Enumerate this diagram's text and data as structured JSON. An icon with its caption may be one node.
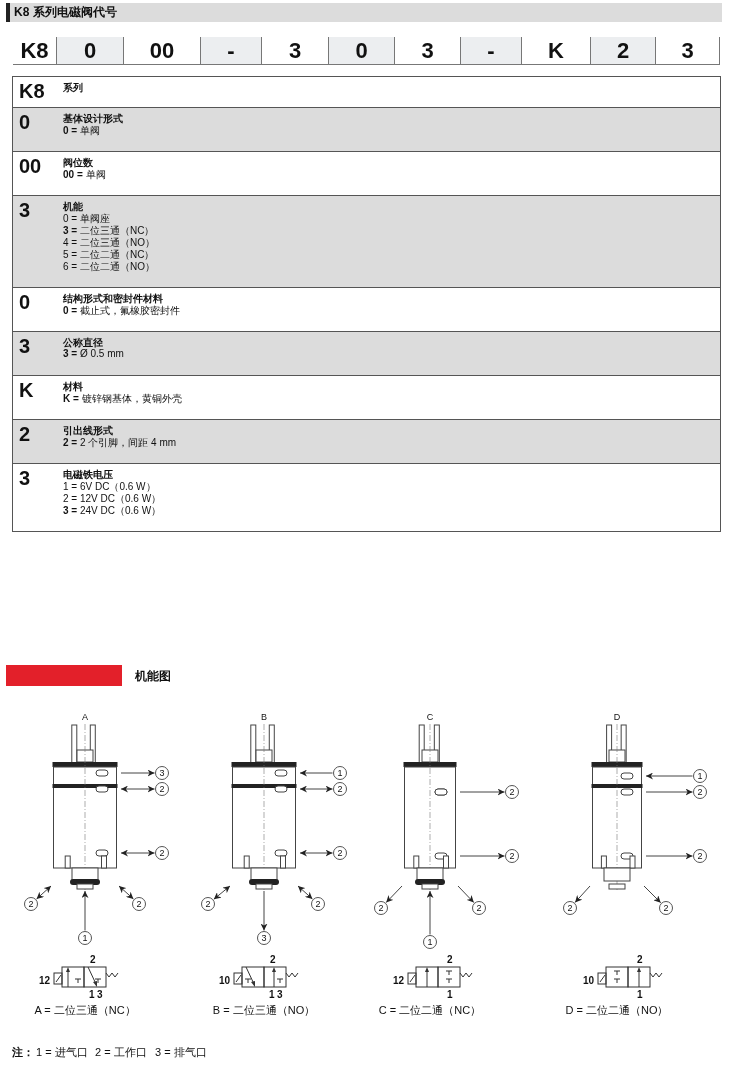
{
  "diagram": {
    "title": "K8 系列电磁阀代号",
    "nodes": [
      {
        "text": [
          "A"
        ]
      },
      {
        "text": [
          "3"
        ]
      },
      {
        "text": [
          "2"
        ]
      },
      {
        "text": [
          "2"
        ]
      },
      {
        "text": [
          "2"
        ]
      },
      {
        "text": [
          "2"
        ]
      },
      {
        "text": [
          "1"
        ]
      },
      {
        "text": [
          "B"
        ]
      },
      {
        "text": [
          "1"
        ]
      },
      {
        "text": [
          "2"
        ]
      },
      {
        "text": [
          "2"
        ]
      },
      {
        "text": [
          "2"
        ]
      },
      {
        "text": [
          "2"
        ]
      },
      {
        "text": [
          "3"
        ]
      },
      {
        "text": [
          "C"
        ]
      },
      {
        "text": [
          "2"
        ]
      },
      {
        "text": [
          "2"
        ]
      },
      {
        "text": [
          "2"
        ]
      },
      {
        "text": [
          "2"
        ]
      },
      {
        "text": [
          "1"
        ]
      },
      {
        "text": [
          "D"
        ]
      },
      {
        "text": [
          "1"
        ]
      },
      {
        "text": [
          "2"
        ]
      },
      {
        "text": [
          "2"
        ]
      },
      {
        "text": [
          "2"
        ]
      },
      {
        "text": [
          "2"
        ]
      }
    ],
    "edges": [
      {
        "from": 0,
        "to": 1,
        "arrow": "to"
      },
      {
        "from": 0,
        "to": 2,
        "arrow": "both"
      },
      {
        "from": 0,
        "to": 3,
        "arrow": "both"
      },
      {
        "from": 0,
        "to": 4,
        "arrow": "both"
      },
      {
        "from": 0,
        "to": 5,
        "arrow": "both"
      },
      {
        "from": 6,
        "to": 0,
        "arrow": "to"
      },
      {
        "from": 8,
        "to": 7,
        "arrow": "to"
      },
      {
        "from": 7,
        "to": 9,
        "arrow": "both"
      },
      {
        "from": 7,
        "to": 10,
        "arrow": "both"
      },
      {
        "from": 7,
        "to": 11,
        "arrow": "both"
      },
      {
        "from": 7,
        "to": 12,
        "arrow": "both"
      },
      {
        "from": 7,
        "to": 13,
        "arrow": "to"
      },
      {
        "from": 14,
        "to": 15,
        "arrow": "to"
      },
      {
        "from": 14,
        "to": 16,
        "arrow": "to"
      },
      {
        "from": 14,
        "to": 17,
        "arrow": "to"
      },
      {
        "from": 14,
        "to": 18,
        "arrow": "to"
      },
      {
        "from": 19,
        "to": 14,
        "arrow": "to"
      },
      {
        "from": 21,
        "to": 20,
        "arrow": "to"
      },
      {
        "from": 20,
        "to": 22,
        "arrow": "to"
      },
      {
        "from": 20,
        "to": 23,
        "arrow": "to"
      },
      {
        "from": 20,
        "to": 24,
        "arrow": "to"
      },
      {
        "from": 20,
        "to": 25,
        "arrow": "to"
      }
    ],
    "labels": [
      "K8",
      "0",
      "00",
      "-",
      "3",
      "0",
      "3",
      "-",
      "K",
      "2",
      "3",
      "K8",
      "系列",
      "0",
      "基体设计形式",
      "**0 =** 单阀",
      "00",
      "阀位数",
      "**00 =** 单阀",
      "3",
      "机能",
      "0 = 单阀座",
      "**3 =** 二位三通（NC）",
      "4 = 二位三通（NO）",
      "5 = 二位二通（NC）",
      "6 = 二位二通（NO）",
      "0",
      "结构形式和密封件材料",
      "**0 =** 截止式，氟橡胶密封件",
      "3",
      "公称直径",
      "**3 =** Ø 0.5 mm",
      "K",
      "材料",
      "**K =** 镀锌钢基体，黄铜外壳",
      "2",
      "引出线形式",
      "**2 =** 2 个引脚，间距 4 mm",
      "3",
      "电磁铁电压",
      "1 = 6V DC（0.6 W）",
      "2 = 12V DC（0.6 W）",
      "**3 =** 24V DC（0.6 W）",
      "机能图",
      "2",
      "12",
      "1",
      "3",
      "A = 二位三通（NC）",
      "2",
      "10",
      "1",
      "3",
      "B = 二位三通（NO）",
      "2",
      "12",
      "1",
      "C = 二位二通（NC）",
      "2",
      "10",
      "1",
      "D = 二位二通（NO）",
      "注：",
      "1 = 进气口",
      "2 = 工作口",
      "3 = 排气口"
    ]
  }
}
